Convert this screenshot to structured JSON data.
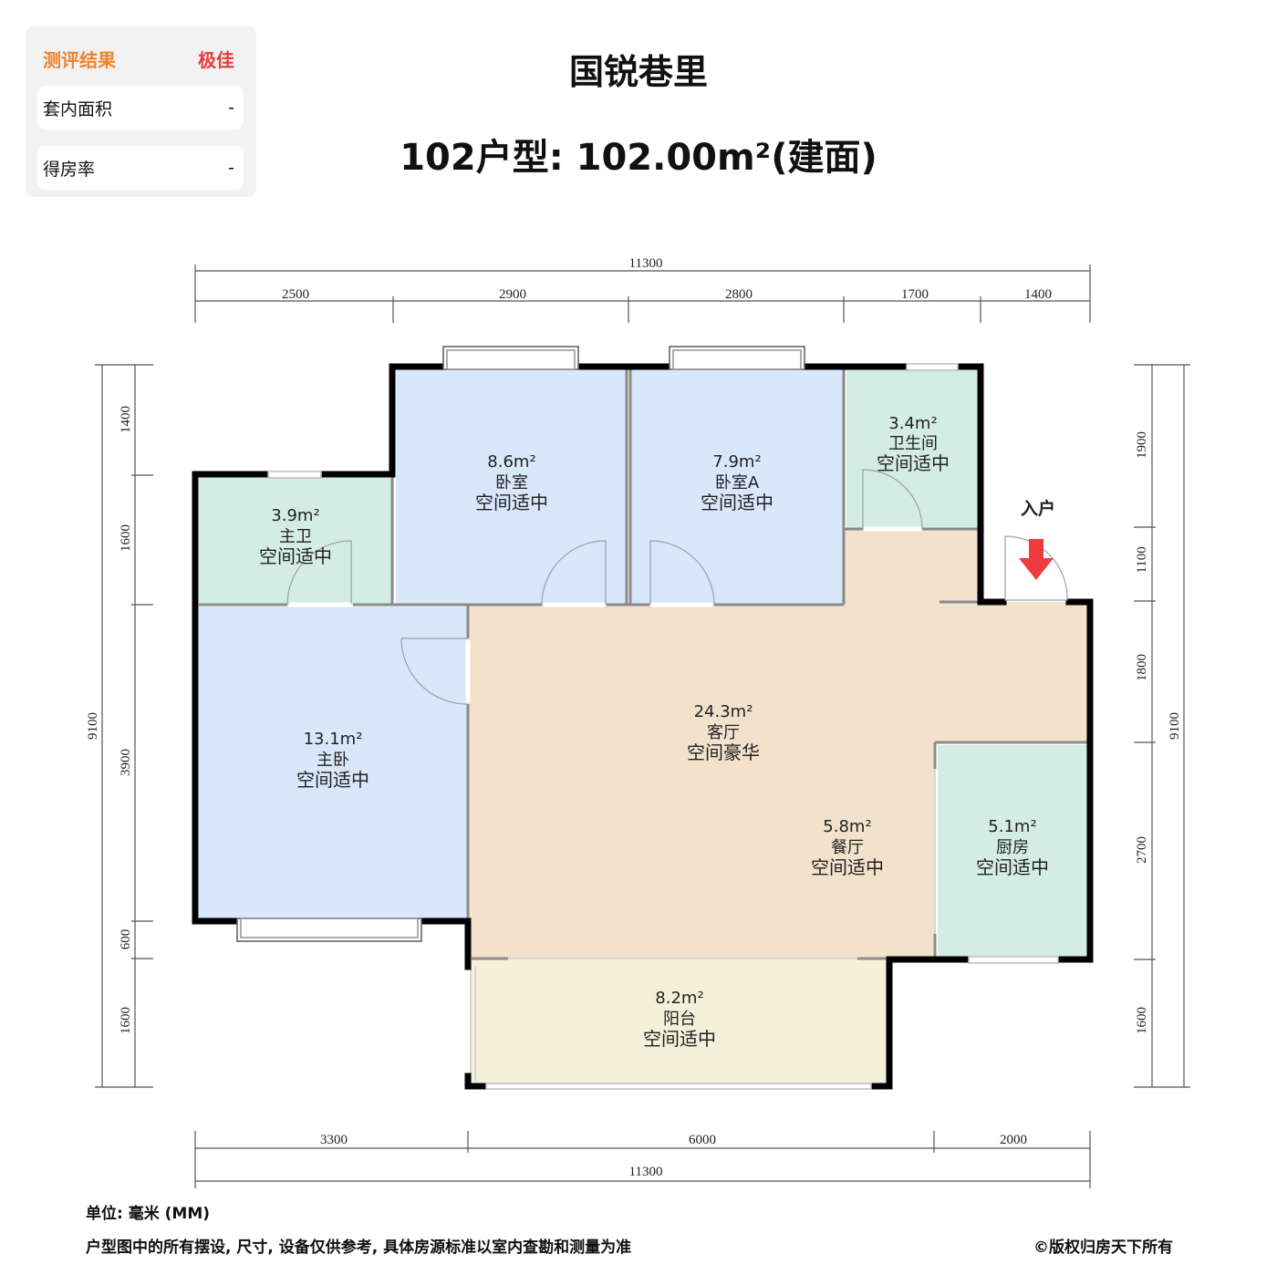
{
  "evaluation": {
    "label": "测评结果",
    "rating": "极佳",
    "rows": [
      {
        "label": "套内面积",
        "value": "-"
      },
      {
        "label": "得房率",
        "value": "-"
      }
    ]
  },
  "header": {
    "title": "国锐巷里",
    "subtitle": "102户型: 102.00m²(建面)"
  },
  "dimensions": {
    "top_total": "11300",
    "top_segments": [
      "2500",
      "2900",
      "2800",
      "1700",
      "1400"
    ],
    "bottom_segments": [
      "3300",
      "6000",
      "2000"
    ],
    "bottom_total": "11300",
    "left_total": "9100",
    "left_segments": [
      "1400",
      "1600",
      "3900",
      "600",
      "1600"
    ],
    "right_segments": [
      "1900",
      "1100",
      "1800",
      "2700",
      "1600"
    ],
    "right_total": "9100"
  },
  "rooms": [
    {
      "id": "master-bath",
      "area": "3.9m²",
      "name": "主卫",
      "rating": "空间适中",
      "color": "#d4ede4"
    },
    {
      "id": "bedroom",
      "area": "8.6m²",
      "name": "卧室",
      "rating": "空间适中",
      "color": "#d9e7fb"
    },
    {
      "id": "bedroom-a",
      "area": "7.9m²",
      "name": "卧室A",
      "rating": "空间适中",
      "color": "#d9e7fb"
    },
    {
      "id": "bathroom",
      "area": "3.4m²",
      "name": "卫生间",
      "rating": "空间适中",
      "color": "#d4ede4"
    },
    {
      "id": "master-bedroom",
      "area": "13.1m²",
      "name": "主卧",
      "rating": "空间适中",
      "color": "#d9e7fb"
    },
    {
      "id": "living-room",
      "area": "24.3m²",
      "name": "客厅",
      "rating": "空间豪华",
      "color": "#f2e1cb"
    },
    {
      "id": "dining-room",
      "area": "5.8m²",
      "name": "餐厅",
      "rating": "空间适中",
      "color": "#f2e1cb"
    },
    {
      "id": "kitchen",
      "area": "5.1m²",
      "name": "厨房",
      "rating": "空间适中",
      "color": "#d4ede4"
    },
    {
      "id": "balcony",
      "area": "8.2m²",
      "name": "阳台",
      "rating": "空间适中",
      "color": "#f3f1da"
    }
  ],
  "entrance": {
    "label": "入户",
    "arrow_color": "#ef3b3b"
  },
  "footer": {
    "unit": "单位: 毫米 (MM)",
    "note": "户型图中的所有摆设, 尺寸, 设备仅供参考, 具体房源标准以室内查勘和测量为准",
    "copyright": "©版权归房天下所有"
  }
}
